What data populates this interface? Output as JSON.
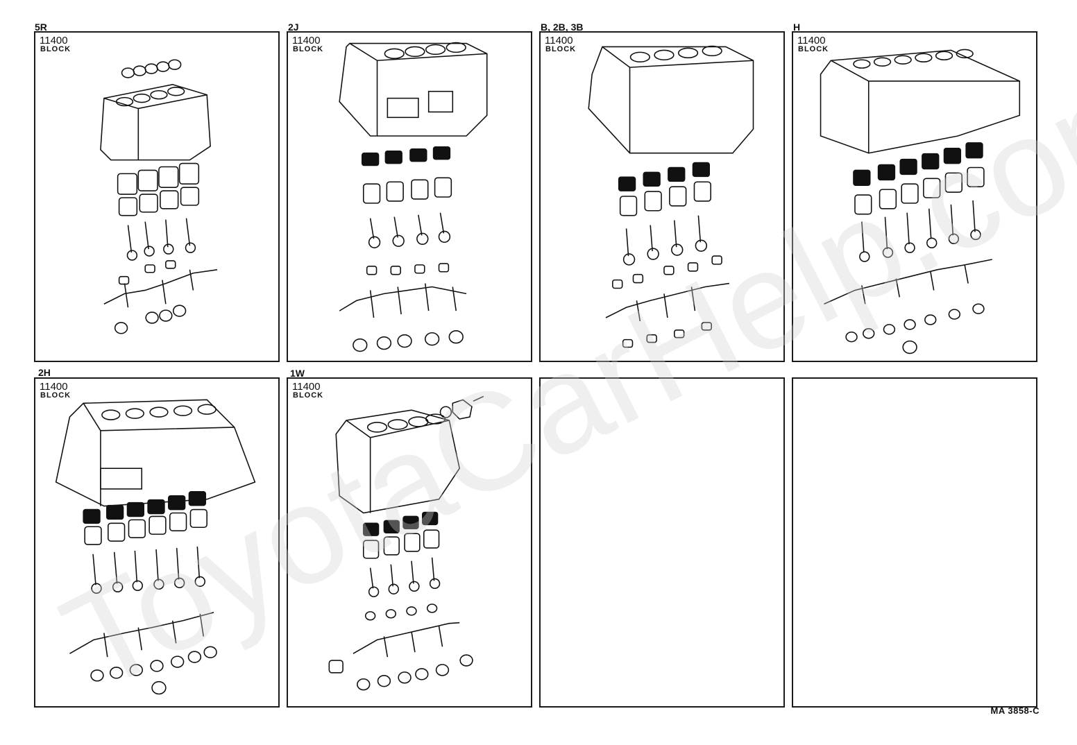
{
  "panels": [
    {
      "engine": "5R",
      "part_no": "11400",
      "part_name": "BLOCK",
      "cylinders": 4
    },
    {
      "engine": "2J",
      "part_no": "11400",
      "part_name": "BLOCK",
      "cylinders": 4
    },
    {
      "engine": "B, 2B, 3B",
      "part_no": "11400",
      "part_name": "BLOCK",
      "cylinders": 4
    },
    {
      "engine": "H",
      "part_no": "11400",
      "part_name": "BLOCK",
      "cylinders": 6
    },
    {
      "engine": "2H",
      "part_no": "11400",
      "part_name": "BLOCK",
      "cylinders": 6
    },
    {
      "engine": "1W",
      "part_no": "11400",
      "part_name": "BLOCK",
      "cylinders": 4
    }
  ],
  "empty_panels": 2,
  "figure_number": "MA 3858-C",
  "watermark": "ToyotaCarHelp.com"
}
